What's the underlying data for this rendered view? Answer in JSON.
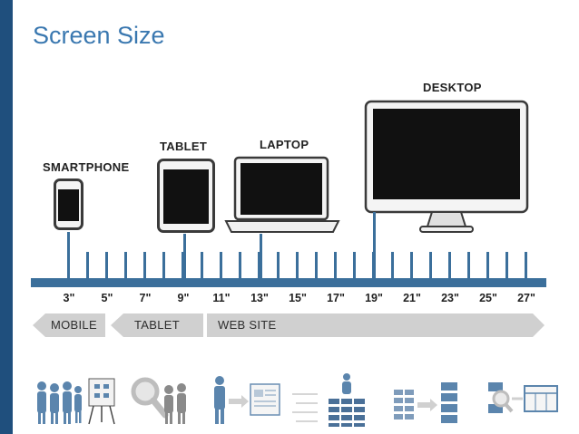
{
  "slide": {
    "title": "Screen Size",
    "accent_color": "#1f4f7d",
    "title_color": "#3a78b0"
  },
  "devices": [
    {
      "name": "SMARTPHONE",
      "screen_size": "3\""
    },
    {
      "name": "TABLET",
      "screen_size": "9\""
    },
    {
      "name": "LAPTOP",
      "screen_size": "13\""
    },
    {
      "name": "DESKTOP",
      "screen_size": "19\""
    }
  ],
  "scale": {
    "ticks": [
      "3\"",
      "5\"",
      "7\"",
      "9\"",
      "11\"",
      "13\"",
      "15\"",
      "17\"",
      "19\"",
      "21\"",
      "23\"",
      "25\"",
      "27\""
    ],
    "color": "#3b6f9b"
  },
  "categories": [
    {
      "label": "MOBILE"
    },
    {
      "label": "TABLET"
    },
    {
      "label": "WEB SITE"
    }
  ],
  "thumbnails": [
    {
      "icon": "people-presentation-icon"
    },
    {
      "icon": "magnifier-people-icon"
    },
    {
      "icon": "person-document-icon"
    },
    {
      "icon": "person-stack-icon"
    },
    {
      "icon": "grid-arrow-icon"
    },
    {
      "icon": "grid-magnifier-icon"
    }
  ]
}
